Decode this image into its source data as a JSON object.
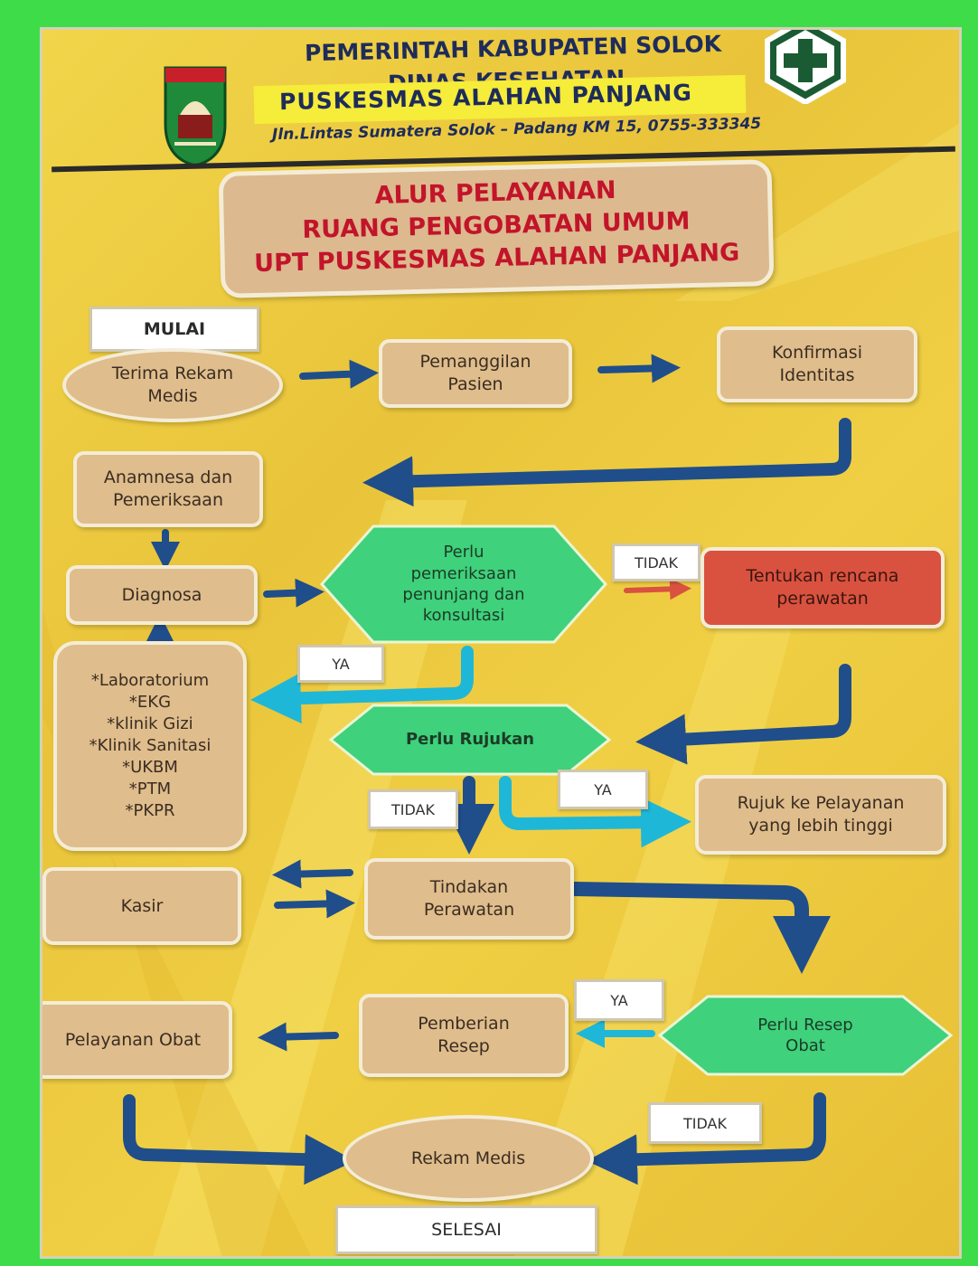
{
  "header": {
    "line1": "PEMERINTAH KABUPATEN SOLOK",
    "line2": "DINAS KESEHATAN",
    "line3": "PUSKESMAS ALAHAN PANJANG",
    "address": "Jln.Lintas Sumatera Solok – Padang KM 15, 0755-333345"
  },
  "title": {
    "line1": "ALUR PELAYANAN",
    "line2": "RUANG PENGOBATAN UMUM",
    "line3": "UPT PUSKESMAS ALAHAN PANJANG"
  },
  "flow": {
    "mulai": "MULAI",
    "terima_rekam": "Terima Rekam\nMedis",
    "pemanggilan": "Pemanggilan\nPasien",
    "konfirmasi": "Konfirmasi\nIdentitas",
    "anamnesa": "Anamnesa dan\nPemeriksaan",
    "diagnosa": "Diagnosa",
    "perlu_pemeriksaan": "Perlu\npemeriksaan\npenunjang dan\nkonsultasi",
    "tentukan": "Tentukan rencana\nperawatan",
    "penunjang_list": "*Laboratorium\n*EKG\n*klinik Gizi\n*Klinik Sanitasi\n*UKBM\n*PTM\n*PKPR",
    "perlu_rujukan": "Perlu Rujukan",
    "rujuk": "Rujuk ke Pelayanan\nyang lebih tinggi",
    "kasir": "Kasir",
    "tindakan": "Tindakan\nPerawatan",
    "pelayanan_obat": "Pelayanan Obat",
    "pemberian_resep": "Pemberian\nResep",
    "perlu_resep": "Perlu Resep\nObat",
    "rekam_medis": "Rekam Medis",
    "selesai": "SELESAI"
  },
  "labels": {
    "tidak_1": "TIDAK",
    "ya_1": "YA",
    "tidak_2": "TIDAK",
    "ya_2": "YA",
    "ya_3": "YA",
    "tidak_3": "TIDAK"
  },
  "colors": {
    "poster_yellow": "#f0cf44",
    "box_tan": "#dfbd8c",
    "decision_green": "#3fd17c",
    "alert_red": "#d9523f",
    "arrow_navy": "#1f4e8a",
    "arrow_cyan": "#1fb7d8",
    "header_navy": "#1e2c5a"
  }
}
